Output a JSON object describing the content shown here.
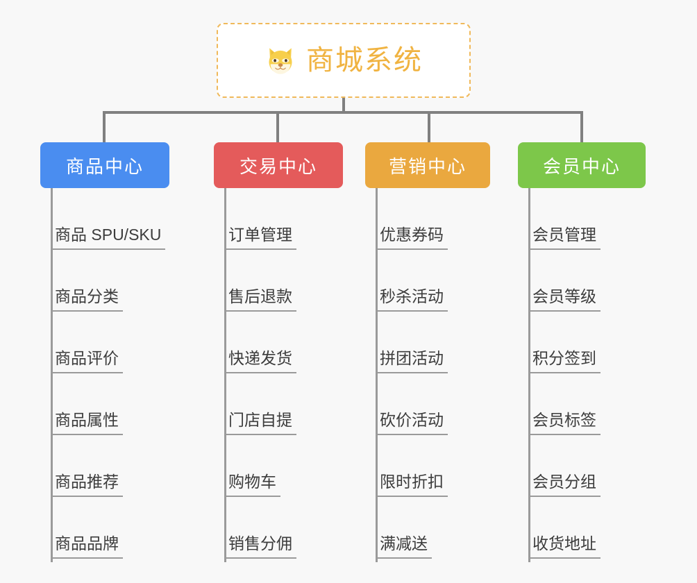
{
  "page": {
    "background_color": "#f8f8f8",
    "type": "mind-map"
  },
  "root": {
    "title": "商城系统",
    "icon": "shiba-dog-face-icon",
    "text_color": "#f0b341",
    "border_color": "#f0b95a",
    "background_color": "#ffffff"
  },
  "branches": [
    {
      "label": "商品中心",
      "color": "#4a8df0",
      "items": [
        "商品 SPU/SKU",
        "商品分类",
        "商品评价",
        "商品属性",
        "商品推荐",
        "商品品牌"
      ]
    },
    {
      "label": "交易中心",
      "color": "#e45b5b",
      "items": [
        "订单管理",
        "售后退款",
        "快递发货",
        "门店自提",
        "购物车",
        "销售分佣"
      ]
    },
    {
      "label": "营销中心",
      "color": "#eaa83f",
      "items": [
        "优惠券码",
        "秒杀活动",
        "拼团活动",
        "砍价活动",
        "限时折扣",
        "满减送"
      ]
    },
    {
      "label": "会员中心",
      "color": "#7dc74a",
      "items": [
        "会员管理",
        "会员等级",
        "积分签到",
        "会员标签",
        "会员分组",
        "收货地址"
      ]
    }
  ],
  "connector": {
    "color": "#808080",
    "spine_color": "#9a9a9a"
  }
}
